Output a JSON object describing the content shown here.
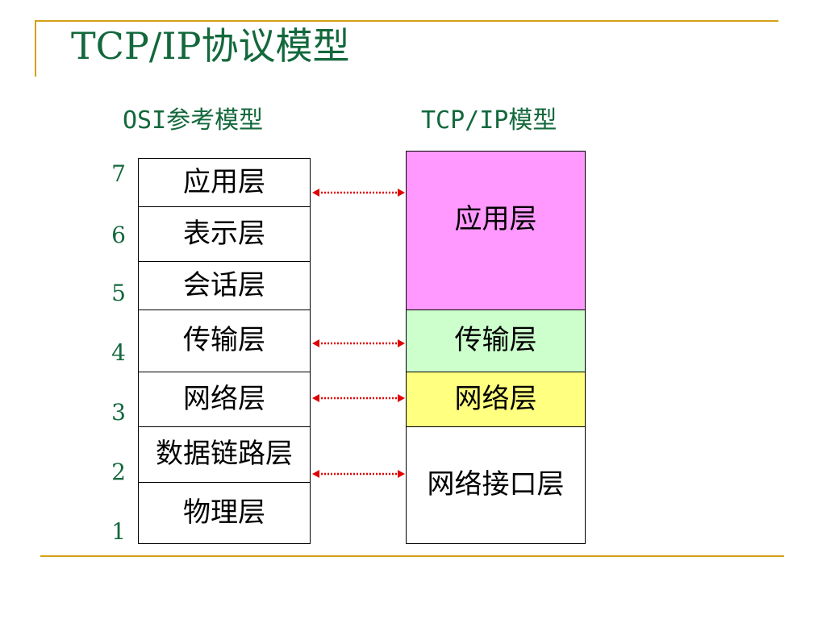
{
  "slide": {
    "title": "TCP/IP协议模型",
    "accent_color": "#d4a017",
    "title_color": "#13683c"
  },
  "osi": {
    "heading": "OSI参考模型",
    "layers": [
      {
        "num": "7",
        "label": "应用层"
      },
      {
        "num": "6",
        "label": "表示层"
      },
      {
        "num": "5",
        "label": "会话层"
      },
      {
        "num": "4",
        "label": "传输层"
      },
      {
        "num": "3",
        "label": "网络层"
      },
      {
        "num": "2",
        "label": "数据链路层"
      },
      {
        "num": "1",
        "label": "物理层"
      }
    ]
  },
  "tcpip": {
    "heading": "TCP/IP模型",
    "layers": [
      {
        "label": "应用层",
        "color": "#ff99ff"
      },
      {
        "label": "传输层",
        "color": "#ccffcc"
      },
      {
        "label": "网络层",
        "color": "#ffff80"
      },
      {
        "label": "网络接口层",
        "color": "#ffffff"
      }
    ]
  },
  "arrow_color": "#e00000"
}
